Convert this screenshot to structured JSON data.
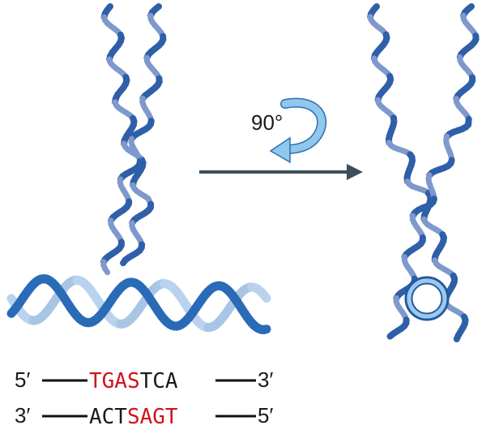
{
  "rotation": {
    "angle_label": "90°"
  },
  "sequence": {
    "top": {
      "left_end": "5′",
      "highlight": "TGAS",
      "rest": "TCA",
      "right_end": "3′"
    },
    "bottom": {
      "left_end": "3′",
      "rest": "ACT",
      "highlight": "SAGT",
      "right_end": "5′"
    }
  },
  "colors": {
    "helix_dark": "#2f5fa8",
    "helix_light": "#7e99cc",
    "dna_dark": "#2a6bb8",
    "dna_light": "#b9d3ee",
    "arrow": "#3d4f5c",
    "rotate_arrow": "#7fbde8",
    "highlight_text": "#d0121b"
  }
}
